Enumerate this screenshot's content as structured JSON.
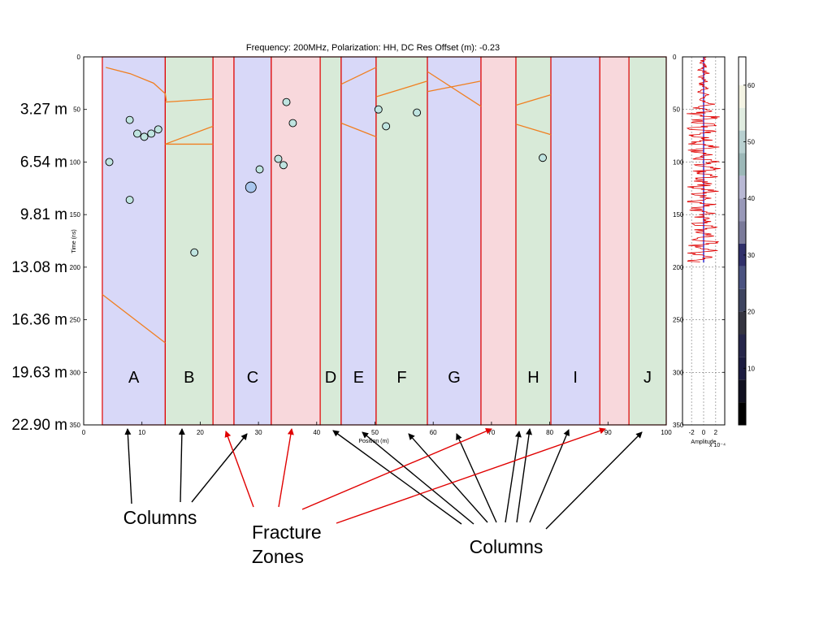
{
  "chart_data": [
    {
      "type": "scatter",
      "title": "Frequency: 200MHz,  Polarization: HH,  DC Res Offset (m): -0.23",
      "xlabel": "Position (m)",
      "ylabel": "Time (ns)",
      "xlim": [
        0,
        100
      ],
      "ylim": [
        350,
        0
      ],
      "x_ticks": [
        "0",
        "10",
        "20",
        "30",
        "40",
        "50",
        "60",
        "70",
        "80",
        "90",
        "100"
      ],
      "y_ticks": [
        "0",
        "50",
        "100",
        "150",
        "200",
        "250",
        "300",
        "350"
      ],
      "depth_labels": [
        "3.27 m",
        "6.54 m",
        "9.81 m",
        "13.08 m",
        "16.36 m",
        "19.63 m",
        "22.90 m"
      ],
      "zones": [
        {
          "kind": "column",
          "letter": "A",
          "x0": 3.2,
          "x1": 14.0,
          "color": "#d8d8f8"
        },
        {
          "kind": "column",
          "letter": "B",
          "x0": 14.0,
          "x1": 22.2,
          "color": "#d8ead8"
        },
        {
          "kind": "fracture",
          "letter": "",
          "x0": 22.2,
          "x1": 25.8,
          "color": "#f8d8dc"
        },
        {
          "kind": "column",
          "letter": "C",
          "x0": 25.8,
          "x1": 32.2,
          "color": "#d8d8f8"
        },
        {
          "kind": "fracture",
          "letter": "",
          "x0": 32.2,
          "x1": 40.6,
          "color": "#f8d8dc"
        },
        {
          "kind": "column",
          "letter": "D",
          "x0": 40.6,
          "x1": 44.2,
          "color": "#d8ead8"
        },
        {
          "kind": "column",
          "letter": "E",
          "x0": 44.2,
          "x1": 50.2,
          "color": "#d8d8f8"
        },
        {
          "kind": "column",
          "letter": "F",
          "x0": 50.2,
          "x1": 59.0,
          "color": "#d8ead8"
        },
        {
          "kind": "column",
          "letter": "G",
          "x0": 59.0,
          "x1": 68.2,
          "color": "#d8d8f8"
        },
        {
          "kind": "fracture",
          "letter": "",
          "x0": 68.2,
          "x1": 74.2,
          "color": "#f8d8dc"
        },
        {
          "kind": "column",
          "letter": "H",
          "x0": 74.2,
          "x1": 80.2,
          "color": "#d8ead8"
        },
        {
          "kind": "column",
          "letter": "I",
          "x0": 80.2,
          "x1": 88.6,
          "color": "#d8d8f8"
        },
        {
          "kind": "fracture",
          "letter": "",
          "x0": 88.6,
          "x1": 93.6,
          "color": "#f8d8dc"
        },
        {
          "kind": "column",
          "letter": "J",
          "x0": 93.6,
          "x1": 100.0,
          "color": "#d8ead8"
        }
      ],
      "fracture_lines": [
        [
          [
            3.8,
            10
          ],
          [
            8,
            16
          ],
          [
            12,
            25
          ],
          [
            14,
            35
          ],
          [
            14.2,
            42
          ]
        ],
        [
          [
            14.0,
            43
          ],
          [
            22.2,
            40
          ]
        ],
        [
          [
            14.0,
            83
          ],
          [
            22.2,
            66
          ]
        ],
        [
          [
            14.0,
            83
          ],
          [
            22.2,
            83
          ]
        ],
        [
          [
            3.2,
            226
          ],
          [
            14.0,
            272
          ]
        ],
        [
          [
            44.2,
            26
          ],
          [
            50.2,
            10
          ]
        ],
        [
          [
            44.2,
            63
          ],
          [
            50.2,
            76
          ]
        ],
        [
          [
            50.2,
            38
          ],
          [
            59.0,
            23
          ]
        ],
        [
          [
            59.0,
            33
          ],
          [
            68.2,
            23
          ]
        ],
        [
          [
            59.0,
            14
          ],
          [
            68.2,
            47
          ]
        ],
        [
          [
            74.2,
            46
          ],
          [
            80.2,
            36
          ]
        ],
        [
          [
            74.2,
            64
          ],
          [
            80.2,
            74
          ]
        ]
      ],
      "points": [
        {
          "x": 4.4,
          "y": 100,
          "size": 4.5
        },
        {
          "x": 7.9,
          "y": 60,
          "size": 4.5
        },
        {
          "x": 9.2,
          "y": 73,
          "size": 4.5
        },
        {
          "x": 10.4,
          "y": 76,
          "size": 4.5
        },
        {
          "x": 11.6,
          "y": 73,
          "size": 4.5
        },
        {
          "x": 12.8,
          "y": 69,
          "size": 4.5
        },
        {
          "x": 7.9,
          "y": 136,
          "size": 4.5
        },
        {
          "x": 19.0,
          "y": 186,
          "size": 4.5
        },
        {
          "x": 28.7,
          "y": 124,
          "size": 6.5
        },
        {
          "x": 30.2,
          "y": 107,
          "size": 4.5
        },
        {
          "x": 33.4,
          "y": 97,
          "size": 4.5
        },
        {
          "x": 34.3,
          "y": 103,
          "size": 4.5
        },
        {
          "x": 34.8,
          "y": 43,
          "size": 4.5
        },
        {
          "x": 35.9,
          "y": 63,
          "size": 4.5
        },
        {
          "x": 50.6,
          "y": 50,
          "size": 4.5
        },
        {
          "x": 51.9,
          "y": 66,
          "size": 4.5
        },
        {
          "x": 57.2,
          "y": 53,
          "size": 4.5
        },
        {
          "x": 78.8,
          "y": 96,
          "size": 4.5
        }
      ]
    },
    {
      "type": "line",
      "title": "",
      "xlabel": "Amplitude",
      "exponent": "x 10⁻⁴",
      "ylabel": "",
      "xlim": [
        -3.5,
        3.5
      ],
      "ylim": [
        350,
        0
      ],
      "x_ticks": [
        "-2",
        "0",
        "2"
      ],
      "y_ticks": [
        "0",
        "50",
        "100",
        "150",
        "200",
        "250",
        "300",
        "350"
      ],
      "trace_range": [
        0,
        195
      ],
      "trace_color": "#e00000",
      "centerline_color": "#0000cc"
    },
    {
      "type": "heatmap",
      "title": "",
      "colorbar_ticks": [
        "10",
        "20",
        "30",
        "40",
        "50",
        "60"
      ],
      "colorbar_range": [
        0,
        65
      ]
    }
  ],
  "annotations": {
    "columns_left": "Columns",
    "fracture_line1": "Fracture",
    "fracture_line2": "Zones",
    "columns_right": "Columns"
  }
}
